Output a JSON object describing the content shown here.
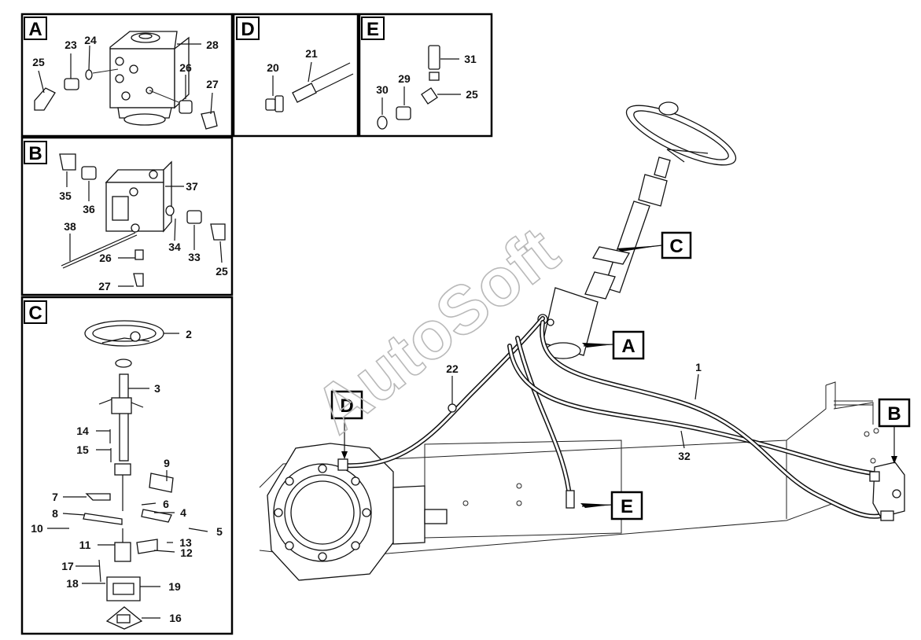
{
  "watermark": "AutoSoft",
  "panels": {
    "A": {
      "letter": "A",
      "parts": [
        "25",
        "23",
        "24",
        "28",
        "26",
        "27"
      ]
    },
    "D": {
      "letter": "D",
      "parts": [
        "20",
        "21"
      ]
    },
    "E": {
      "letter": "E",
      "parts": [
        "31",
        "29",
        "30",
        "25"
      ]
    },
    "B": {
      "letter": "B",
      "parts": [
        "35",
        "36",
        "37",
        "38",
        "34",
        "33",
        "26",
        "27",
        "25"
      ]
    },
    "C": {
      "letter": "C",
      "parts": [
        "2",
        "3",
        "14",
        "15",
        "9",
        "7",
        "6",
        "8",
        "4",
        "10",
        "5",
        "11",
        "13",
        "12",
        "17",
        "18",
        "19",
        "16"
      ]
    }
  },
  "main": {
    "callouts": [
      "C",
      "A",
      "D",
      "E",
      "B"
    ],
    "parts": [
      "22",
      "1",
      "32"
    ]
  }
}
